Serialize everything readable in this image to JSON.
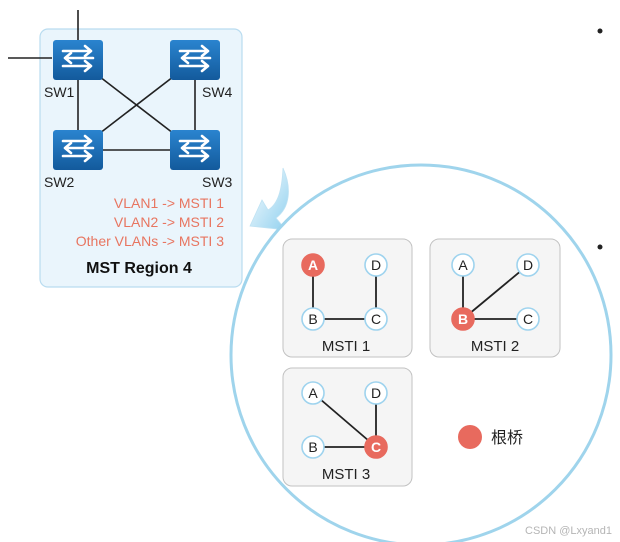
{
  "region": {
    "switches": [
      {
        "id": "sw1",
        "label": "SW1"
      },
      {
        "id": "sw4",
        "label": "SW4"
      },
      {
        "id": "sw2",
        "label": "SW2"
      },
      {
        "id": "sw3",
        "label": "SW3"
      }
    ],
    "mappings": [
      "VLAN1 -> MSTI 1",
      "VLAN2 -> MSTI 2",
      "Other VLANs -> MSTI 3"
    ],
    "title": "MST Region 4"
  },
  "instances": [
    {
      "label": "MSTI 1",
      "root": "A",
      "nodes": [
        "A",
        "D",
        "B",
        "C"
      ]
    },
    {
      "label": "MSTI 2",
      "root": "B",
      "nodes": [
        "A",
        "D",
        "B",
        "C"
      ]
    },
    {
      "label": "MSTI 3",
      "root": "C",
      "nodes": [
        "A",
        "D",
        "B",
        "C"
      ]
    }
  ],
  "legend": {
    "label": "根桥"
  },
  "watermark": "CSDN @Lxyand1",
  "colors": {
    "switch_blue": "#1d6db5",
    "region_fill": "#eaf5fc",
    "region_border": "#b9dcf0",
    "circle_border": "#9fd4ec",
    "root_red": "#e86a5e",
    "mapping_text": "#e87560",
    "node_border": "#9ed3ee"
  }
}
